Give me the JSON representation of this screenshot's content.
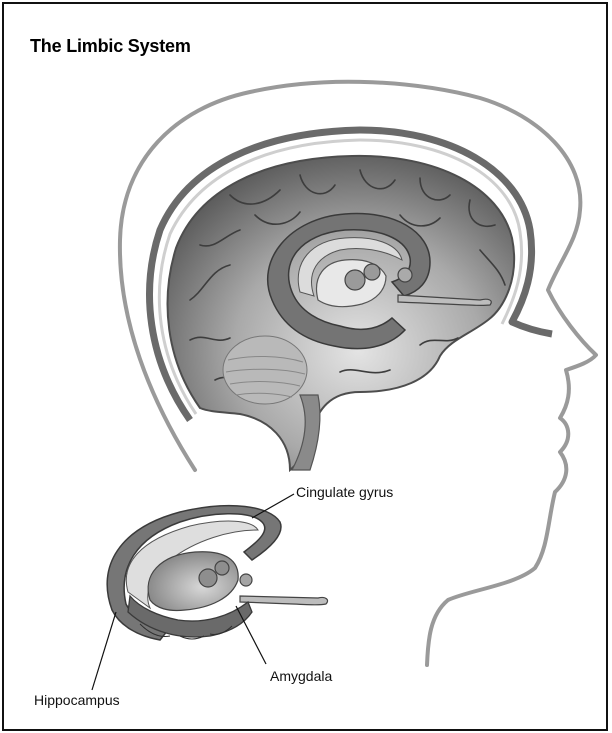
{
  "title": "The Limbic System",
  "labels": {
    "cingulate": "Cingulate gyrus",
    "amygdala": "Amygdala",
    "hippocampus": "Hippocampus"
  },
  "colors": {
    "outline": "#9a9a9a",
    "brain_dark": "#5f5f5f",
    "brain_mid": "#8c8c8c",
    "brain_light": "#d6d6d6",
    "limbic_fill": "#7a7a7a",
    "limbic_light": "#e2e2e2"
  }
}
